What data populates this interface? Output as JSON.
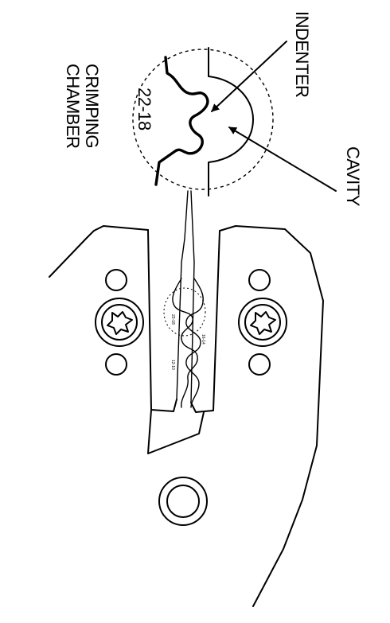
{
  "labels": {
    "indenter": "INDENTER",
    "cavity": "CAVITY",
    "crimping_chamber_line1": "CRIMPING",
    "crimping_chamber_line2": "CHAMBER",
    "wire_range": "22-18"
  }
}
